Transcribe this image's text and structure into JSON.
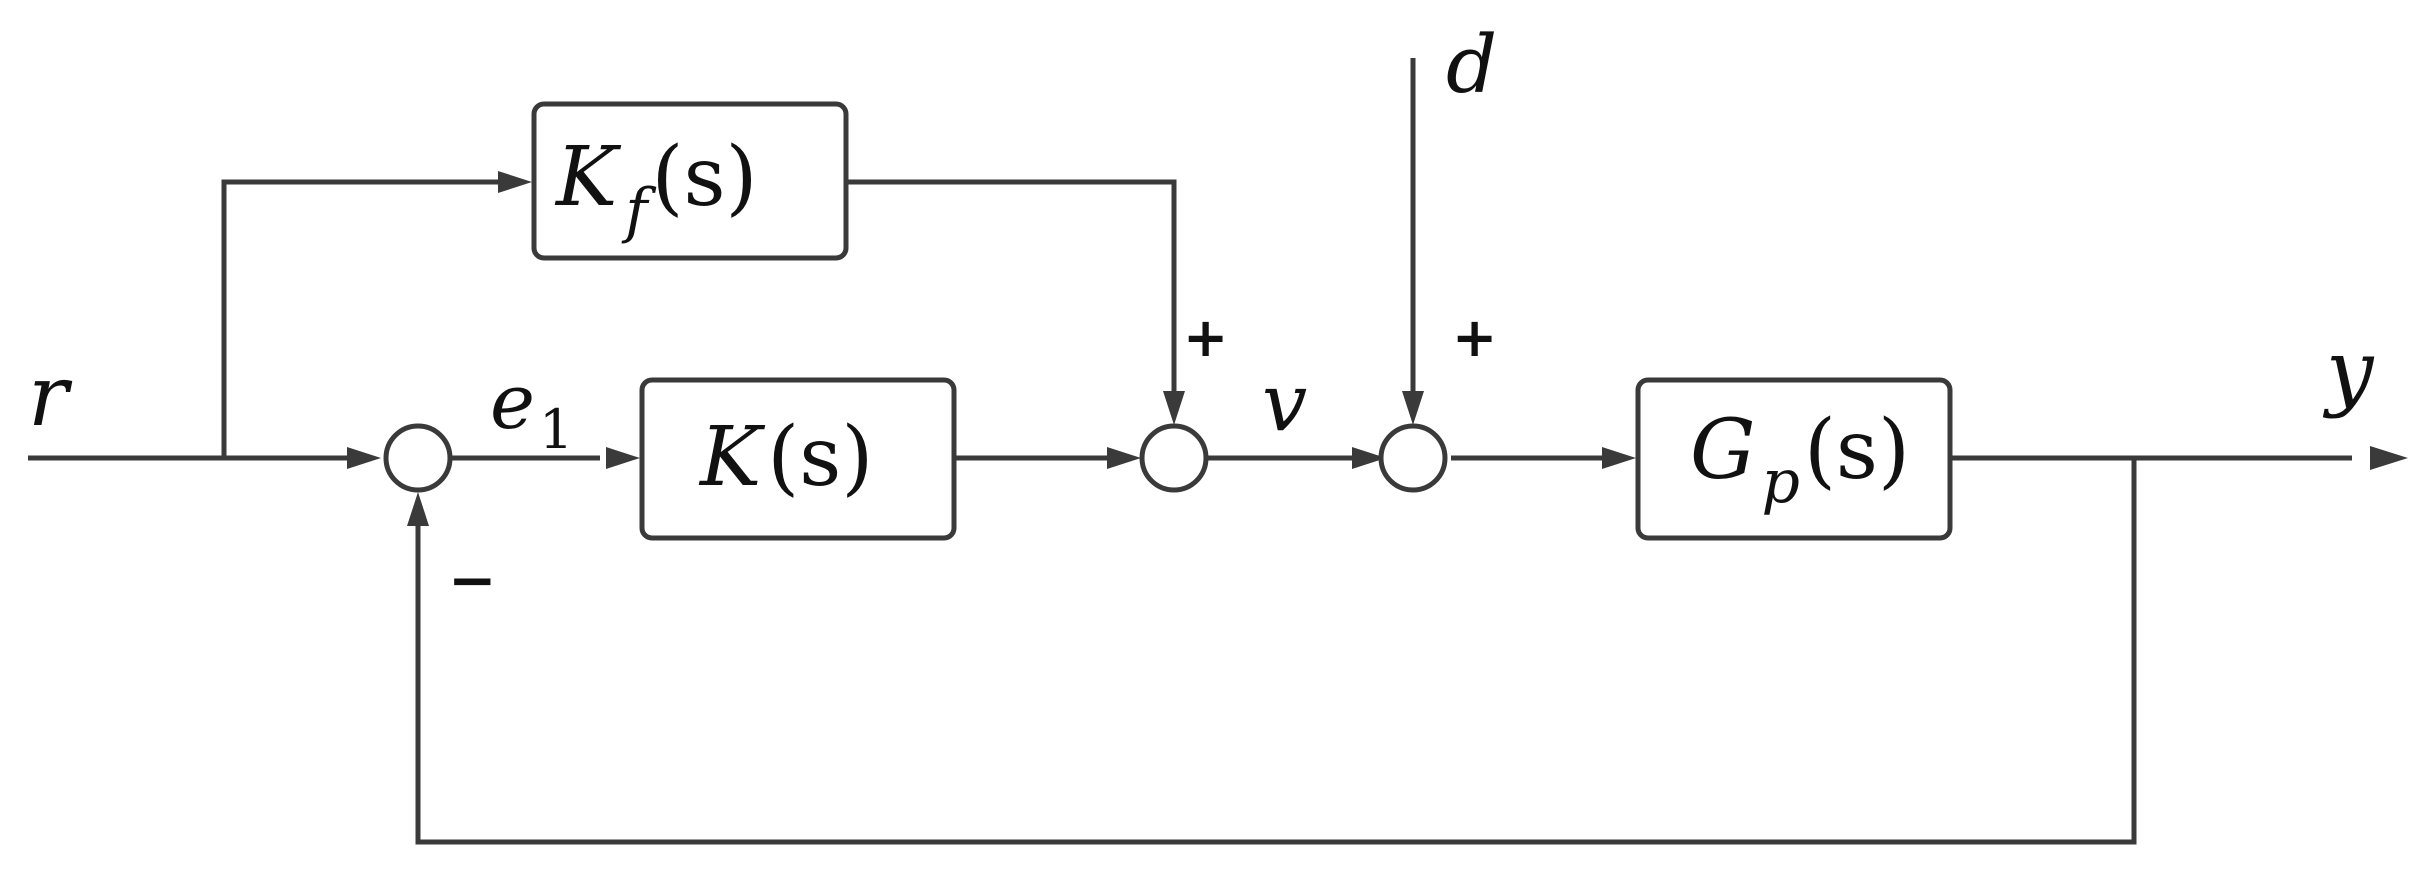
{
  "blocks": {
    "feedforward": {
      "main": "K",
      "sub": "f",
      "arg": "(s)"
    },
    "controller": {
      "main": "K",
      "arg": "(s)"
    },
    "plant": {
      "main": "G",
      "sub": "p",
      "arg": "(s)"
    }
  },
  "signals": {
    "reference": "r",
    "error": {
      "main": "e",
      "sub": "1"
    },
    "control": "v",
    "disturbance": "d",
    "output": "y"
  },
  "signs": {
    "feedforward_in": "+",
    "disturbance_in": "+",
    "feedback_in": "−"
  }
}
